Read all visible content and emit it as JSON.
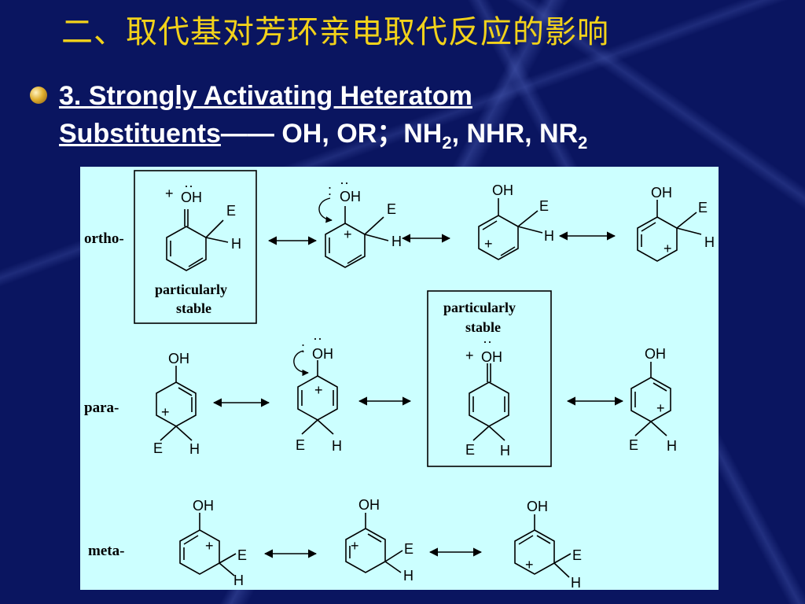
{
  "title": "二、取代基对芳环亲电取代反应的影响",
  "subtitle": {
    "line1": "3.   Strongly Activating Heteratom",
    "substituents": "Substituents",
    "dash": "——",
    "groups_a": " OH, OR；NH",
    "sub_a": "2",
    "groups_b": ", NHR, NR",
    "sub_b": "2"
  },
  "diagram": {
    "rows": [
      "ortho-",
      "para-",
      "meta-"
    ],
    "note": [
      "particularly",
      "stable"
    ],
    "oh": "OH",
    "e": "E",
    "h": "H",
    "plus": "+",
    "lone_pair": "··"
  }
}
